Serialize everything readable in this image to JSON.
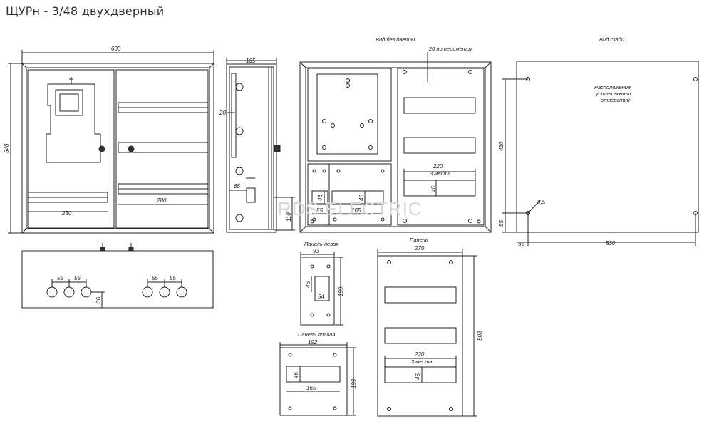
{
  "title": "ЩУРн - 3/48 двухдверный",
  "watermark": "RDS ELECTRIC",
  "front": {
    "width": "600",
    "height": "540",
    "w_left": "250",
    "w_right": "280"
  },
  "side": {
    "depth": "165",
    "d20": "20",
    "d65": "65",
    "d110": "110"
  },
  "nodoor": {
    "label": "Вид без дверцы",
    "perimeter": "20 по периметру",
    "w220": "220",
    "places": "3 места",
    "h46a": "46",
    "h46b": "46",
    "w55": "55",
    "w165": "165",
    "h46c": "46"
  },
  "back": {
    "label": "Вид сзади",
    "note": [
      "Расположение",
      "установочных",
      "отверстий"
    ],
    "h430": "430",
    "h55": "55",
    "w35": "35",
    "w530": "530",
    "hole": "8,5"
  },
  "bottom": {
    "d55": [
      "55",
      "55",
      "55",
      "55"
    ],
    "d36": "36"
  },
  "panel_left": {
    "label": "Панель левая",
    "w93": "93",
    "h46": "46",
    "w54": "54",
    "h199": "199"
  },
  "panel_right": {
    "label": "Панель правая",
    "w192": "192",
    "h46": "46",
    "w165": "165",
    "h199": "199"
  },
  "panel": {
    "label": "Панель",
    "w270": "270",
    "h508": "508",
    "w220": "220",
    "places": "3 места",
    "h46": "46"
  },
  "colors": {
    "line": "#222222",
    "fill": "#ffffff",
    "watermark": "#d8d8d8"
  }
}
